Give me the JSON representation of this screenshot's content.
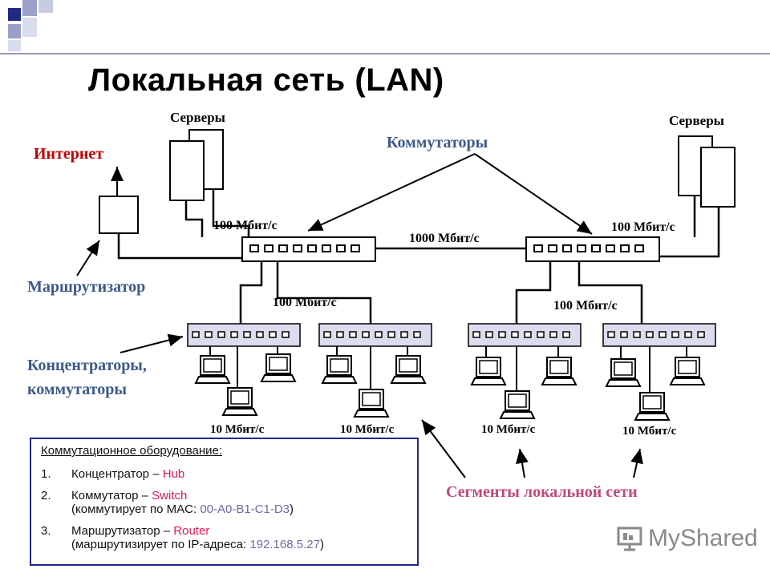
{
  "title": "Локальная сеть (LAN)",
  "labels": {
    "servers_left": "Серверы",
    "servers_right": "Серверы",
    "internet": "Интернет",
    "switches": "Коммутаторы",
    "router": "Маршрутизатор",
    "hubs_line1": "Концентраторы,",
    "hubs_line2": "коммутаторы",
    "segments": "Сегменты локальной сети"
  },
  "speeds": {
    "left_servers": "100 Мбит/с",
    "backbone": "1000 Мбит/с",
    "right_servers": "100 Мбит/с",
    "left_hubs": "100 Мбит/с",
    "right_hubs": "100 Мбит/с",
    "seg1": "10 Мбит/с",
    "seg2": "10 Мбит/с",
    "seg3": "10 Мбит/с",
    "seg4": "10 Мбит/с"
  },
  "legend": {
    "heading": "Коммутационное оборудование:",
    "items": [
      {
        "num": "1.",
        "text": "Концентратор – ",
        "kw": "Hub"
      },
      {
        "num": "2.",
        "text": "Коммутатор – ",
        "kw": "Switch",
        "line2a": "(коммутирует по MAC: ",
        "line2v": "00-A0-B1-C1-D3",
        "line2b": ")"
      },
      {
        "num": "3.",
        "text": "Маршрутизатор – ",
        "kw": "Router",
        "line2a": "(маршрутизирует по IP-адреса: ",
        "line2v": "192.168.5.27",
        "line2b": ")"
      }
    ]
  },
  "watermark": "MyShared",
  "colors": {
    "accent_red": "#c00000",
    "label_blue": "#3d5a8a",
    "legend_border": "#1f2a80",
    "keyword_pink": "#e0185c",
    "value_purple": "#6a6aa8"
  }
}
